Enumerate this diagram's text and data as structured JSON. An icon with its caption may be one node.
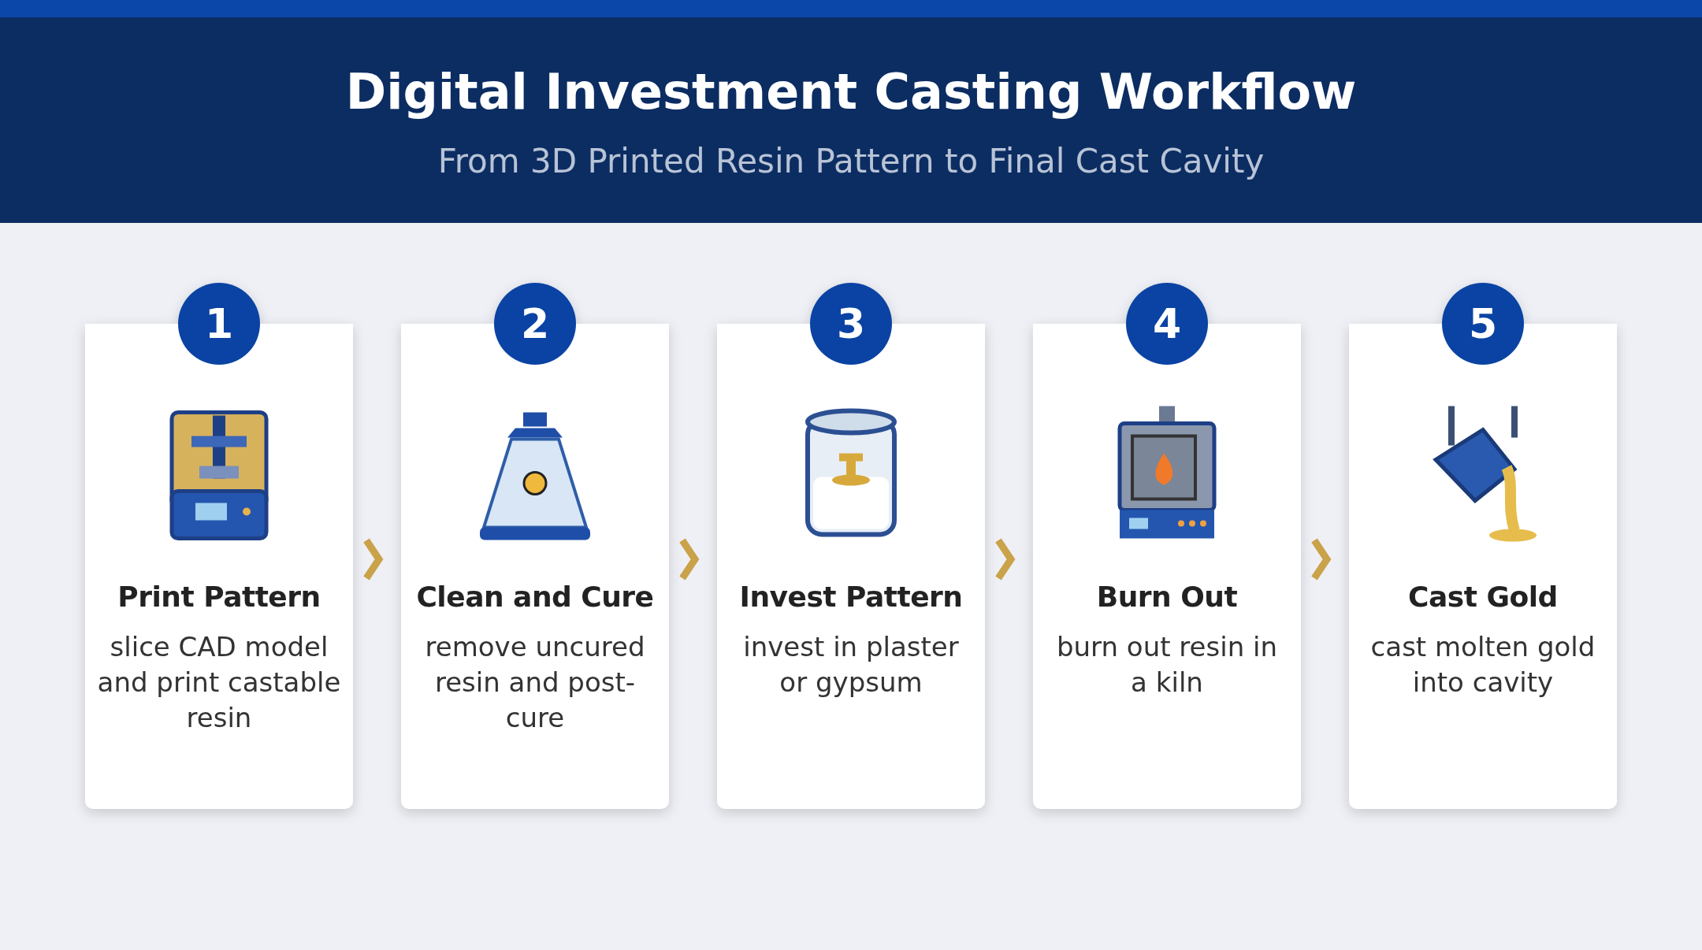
{
  "diagram": {
    "title": "Digital Investment Casting Workflow",
    "nodes": [
      {
        "text": [
          "1",
          "Print Pattern",
          "slice CAD model and print castable resin"
        ]
      },
      {
        "text": [
          "2",
          "Clean and Cure",
          "remove uncured resin and post-cure"
        ]
      },
      {
        "text": [
          "3",
          "Invest Pattern",
          "invest in plaster or gypsum"
        ]
      },
      {
        "text": [
          "4",
          "Burn Out",
          "burn out resin in a kiln"
        ]
      },
      {
        "text": [
          "5",
          "Cast Gold",
          "cast molten gold into cavity"
        ]
      }
    ],
    "edges": [
      {
        "from": 0,
        "to": 1,
        "arrow": "to"
      },
      {
        "from": 1,
        "to": 2,
        "arrow": "to"
      },
      {
        "from": 2,
        "to": 3,
        "arrow": "to"
      },
      {
        "from": 3,
        "to": 4,
        "arrow": "to"
      }
    ],
    "labels": [
      "From 3D Printed Resin Pattern to Final Cast Cavity"
    ]
  }
}
